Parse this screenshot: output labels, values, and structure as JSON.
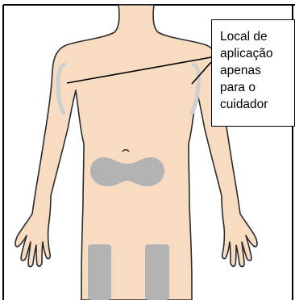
{
  "callout": {
    "lines": [
      "Local de",
      "aplicação",
      "apenas",
      "para o",
      "cuidador"
    ]
  },
  "colors": {
    "skin": "#f8dcc2",
    "outline": "#2b2b2b",
    "injection_site": "#b3b3b3",
    "upper_arm_site": "#cfcfcf",
    "frame": "#000000"
  }
}
